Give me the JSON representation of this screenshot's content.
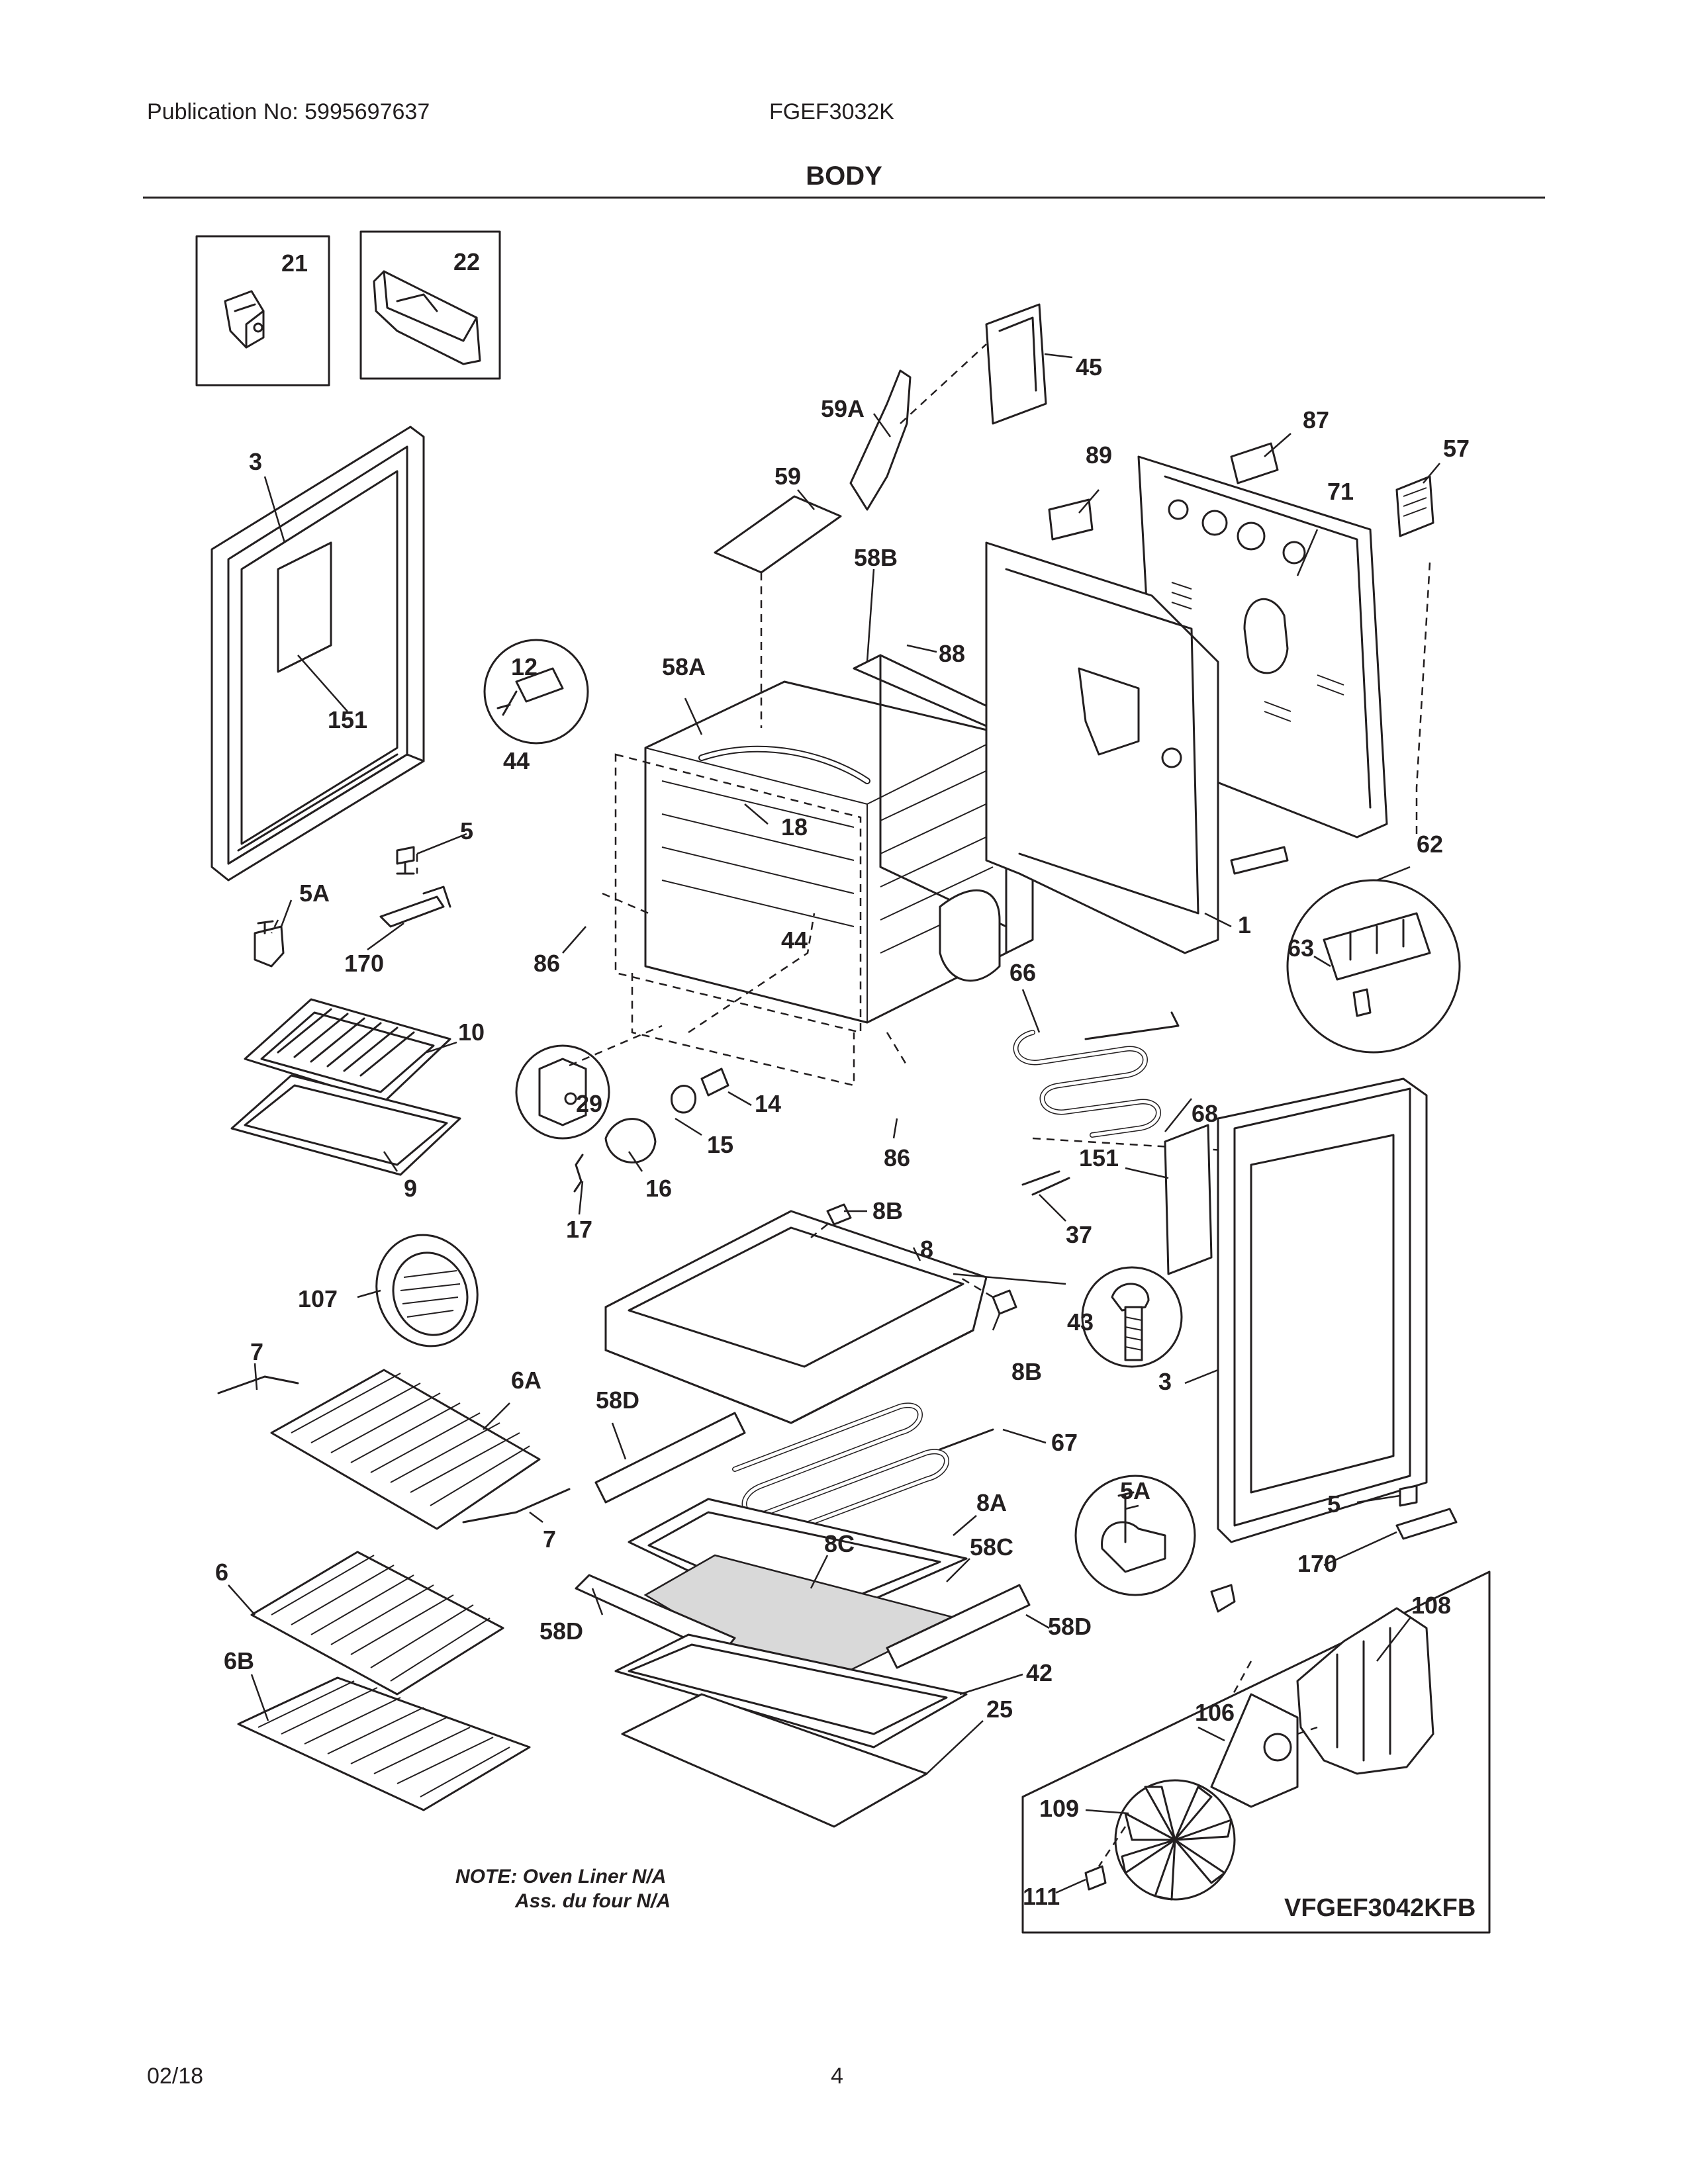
{
  "header": {
    "publication": "Publication No: 5995697637",
    "model": "FGEF3032K",
    "section_title": "BODY"
  },
  "callouts": [
    "21",
    "22",
    "45",
    "59A",
    "87",
    "57",
    "3",
    "89",
    "59",
    "71",
    "58B",
    "88",
    "12",
    "58A",
    "151",
    "44",
    "18",
    "5",
    "62",
    "5A",
    "170",
    "86",
    "44",
    "1",
    "63",
    "66",
    "10",
    "29",
    "14",
    "68",
    "15",
    "86",
    "9",
    "16",
    "17",
    "151",
    "8B",
    "37",
    "8",
    "107",
    "43",
    "8B",
    "6A",
    "58D",
    "3",
    "7",
    "67",
    "5A",
    "5",
    "7",
    "8A",
    "170",
    "6",
    "8C",
    "58C",
    "108",
    "58D",
    "58D",
    "6B",
    "42",
    "106",
    "25",
    "109",
    "111"
  ],
  "note": {
    "line1": "NOTE: Oven Liner N/A",
    "line2": "Ass. du four N/A"
  },
  "subassembly_label": "VFGEF3042KFB",
  "footer": {
    "date": "02/18",
    "page": "4"
  }
}
